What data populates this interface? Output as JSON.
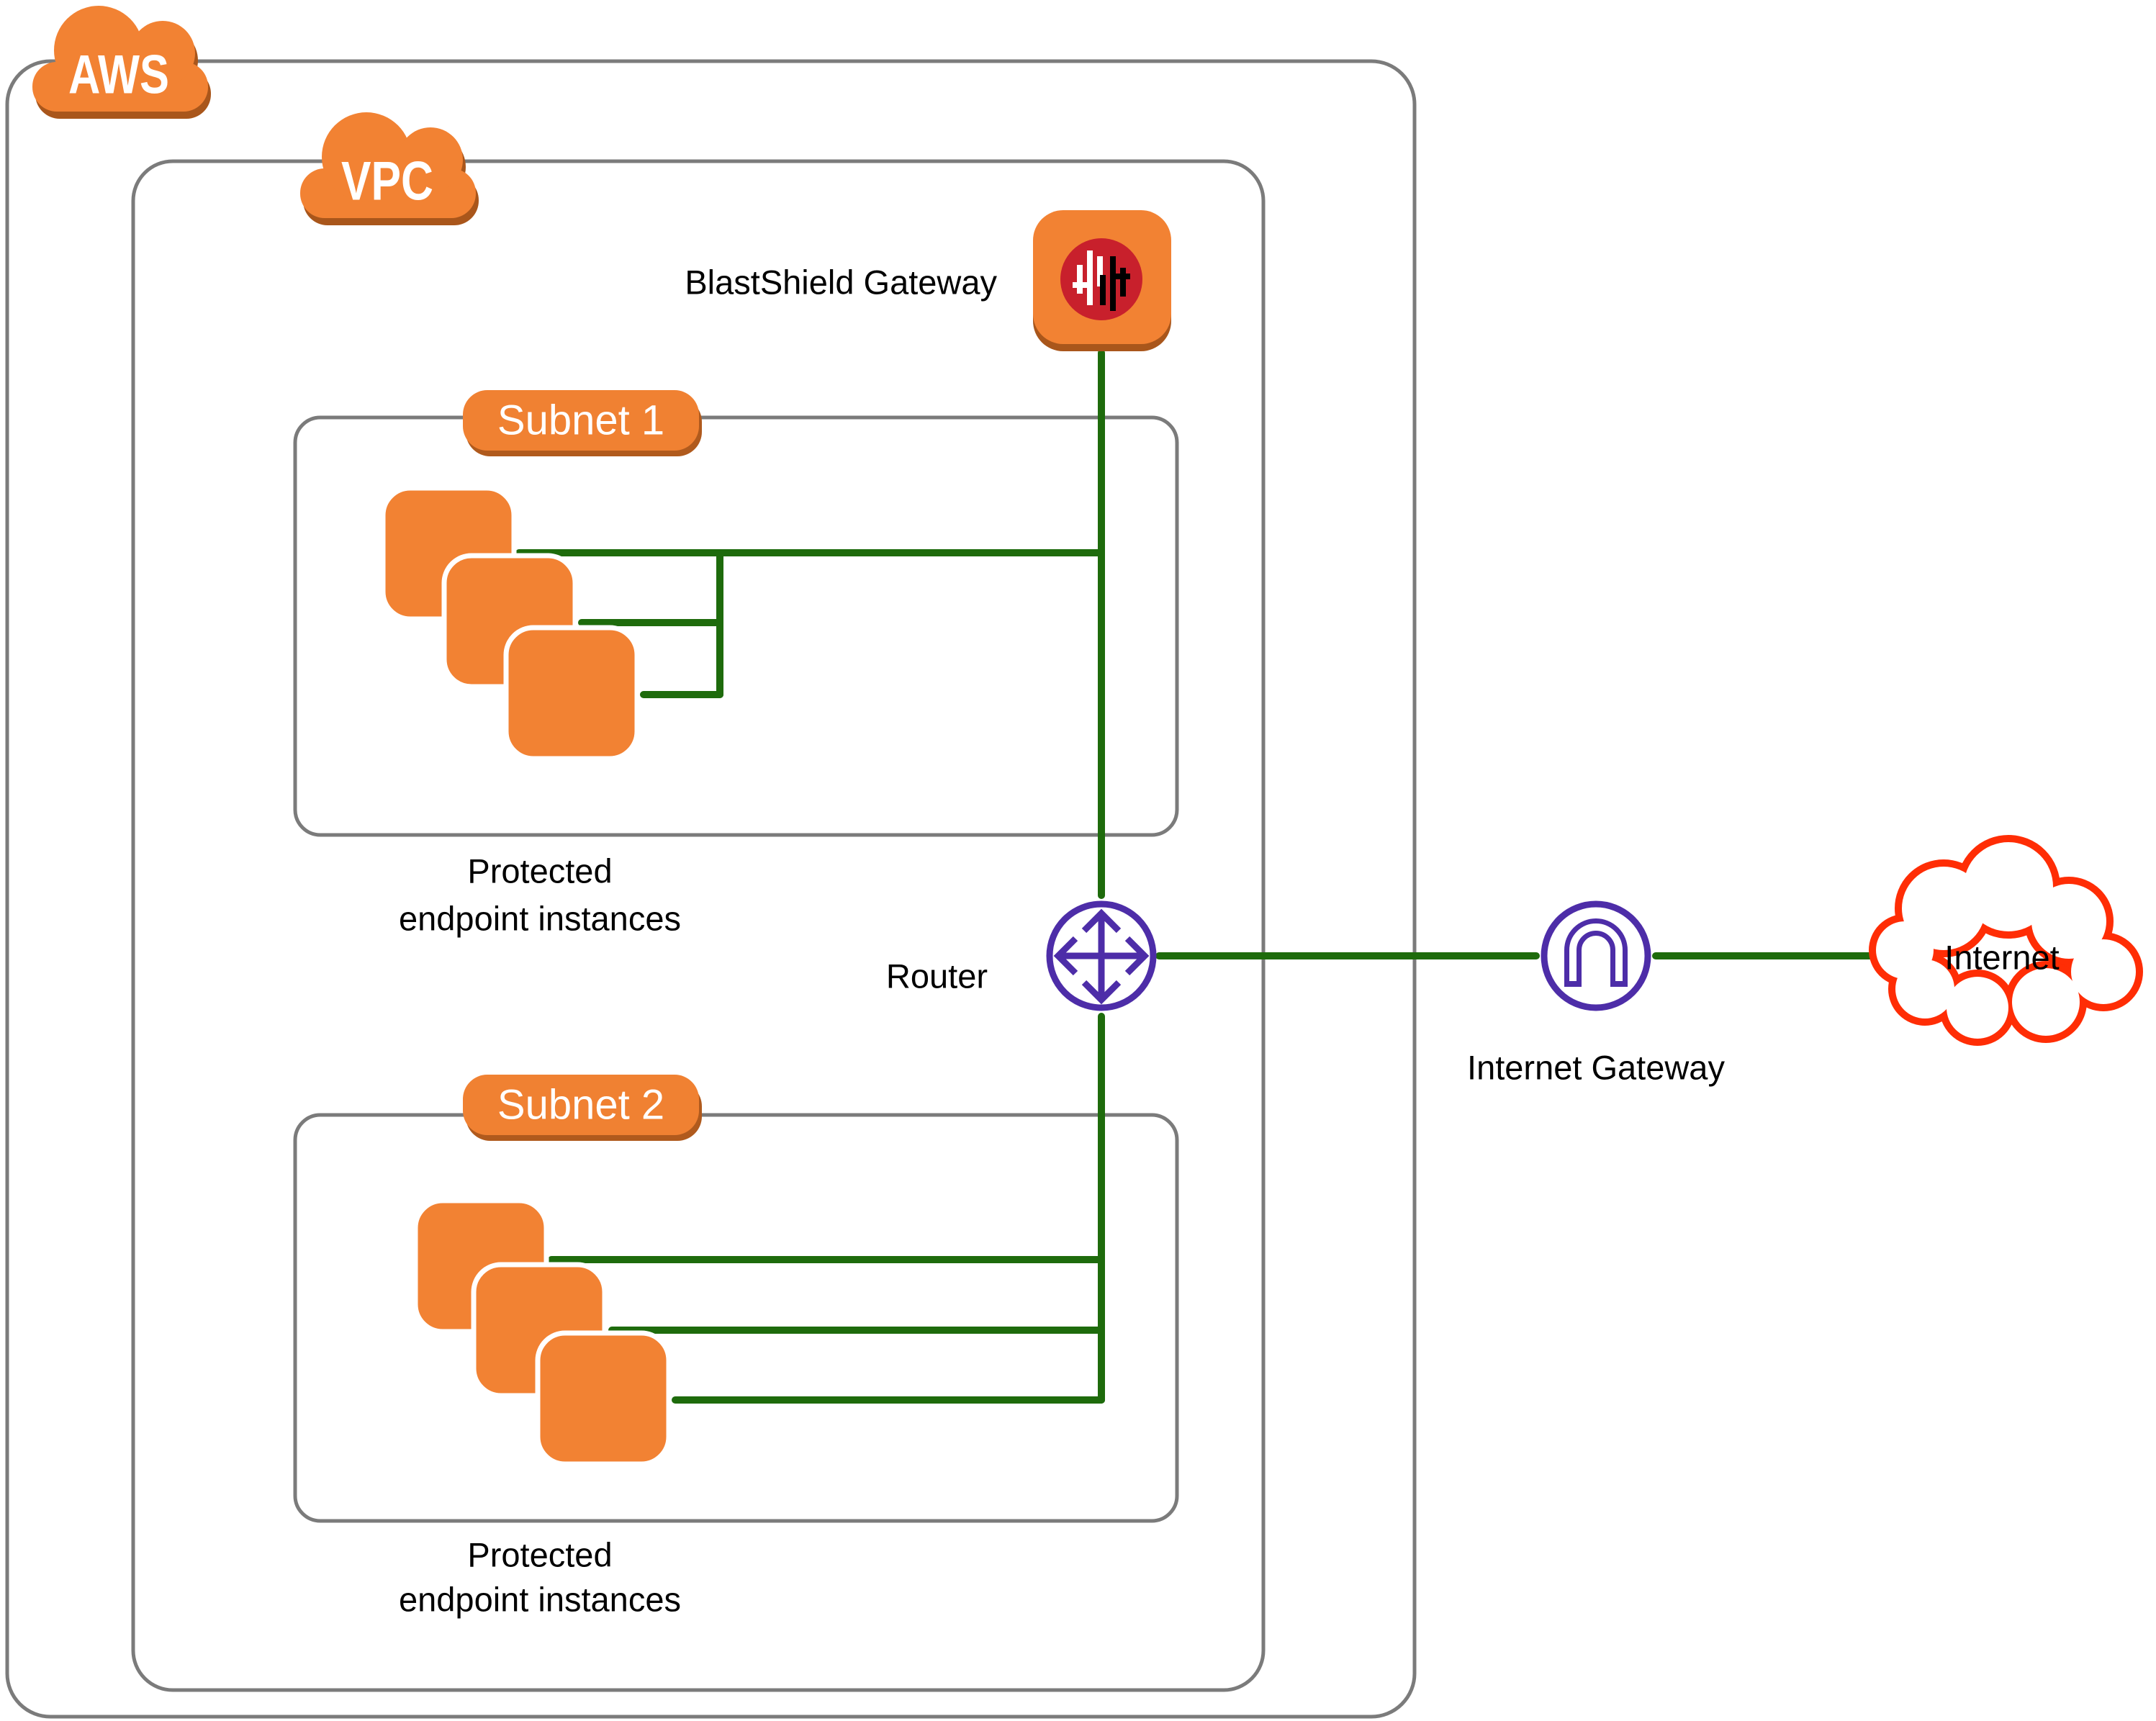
{
  "diagram": {
    "aws_label": "AWS",
    "vpc_label": "VPC",
    "gateway_label": "BlastShield Gateway",
    "router_label": "Router",
    "igw_label": "Internet Gateway",
    "internet_label": "Internet"
  },
  "subnets": [
    {
      "label": "Subnet 1",
      "caption_line1": "Protected",
      "caption_line2": "endpoint instances",
      "instance_count": 3
    },
    {
      "label": "Subnet 2",
      "caption_line1": "Protected",
      "caption_line2": "endpoint instances",
      "instance_count": 3
    }
  ],
  "icons": {
    "aws_cloud": "aws-cloud-icon",
    "vpc_cloud": "vpc-cloud-icon",
    "gateway": "blastshield-gateway-icon",
    "instance": "ec2-instance-icon",
    "router": "router-icon",
    "internet_gateway": "internet-gateway-icon",
    "internet_cloud": "internet-cloud-icon"
  },
  "colors": {
    "orange": "#f28233",
    "orange_shadow": "#a9561b",
    "connection_green": "#1e6b0c",
    "boundary_gray": "#7b7b7b",
    "aws_purple": "#4d2da8",
    "logo_red": "#c8202c",
    "internet_red": "#ff2d05",
    "text_black": "#000000",
    "label_white": "#ffffff"
  }
}
